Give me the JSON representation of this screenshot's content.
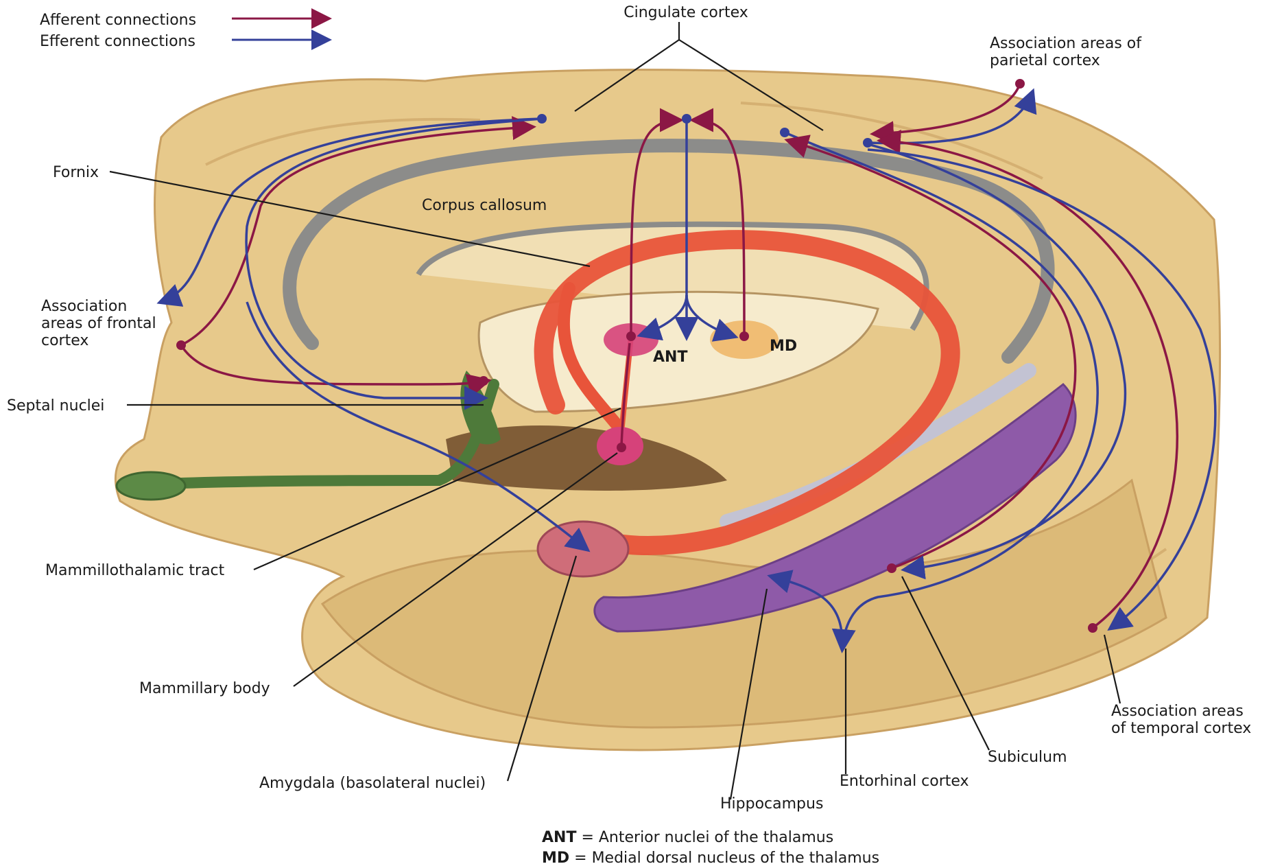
{
  "legend": {
    "afferent": "Afferent connections",
    "efferent": "Efferent connections",
    "afferent_color": "#8b1745",
    "efferent_color": "#34409a"
  },
  "labels": {
    "cingulate": "Cingulate cortex",
    "parietal_1": "Association areas of",
    "parietal_2": "parietal cortex",
    "fornix": "Fornix",
    "corpus_callosum": "Corpus callosum",
    "frontal_1": "Association",
    "frontal_2": "areas of frontal",
    "frontal_3": "cortex",
    "septal": "Septal nuclei",
    "ant": "ANT",
    "md": "MD",
    "mammillothalamic": "Mammillothalamic tract",
    "mammillary": "Mammillary body",
    "amygdala": "Amygdala (basolateral nuclei)",
    "hippocampus": "Hippocampus",
    "entorhinal": "Entorhinal cortex",
    "subiculum": "Subiculum",
    "temporal_1": "Association areas",
    "temporal_2": "of temporal cortex"
  },
  "footnotes": {
    "ant_abbr": "ANT",
    "ant_def": " = Anterior nuclei of the thalamus",
    "md_abbr": "MD",
    "md_def": " = Medial dorsal nucleus of the thalamus"
  },
  "colors": {
    "brain": "#e7c98b",
    "brain_dark": "#c9a062",
    "fornix": "#e8543a",
    "olfactory": "#4e7a3a",
    "hippocampus": "#8e5aa8",
    "callosum_edge": "#8c8c8a"
  }
}
